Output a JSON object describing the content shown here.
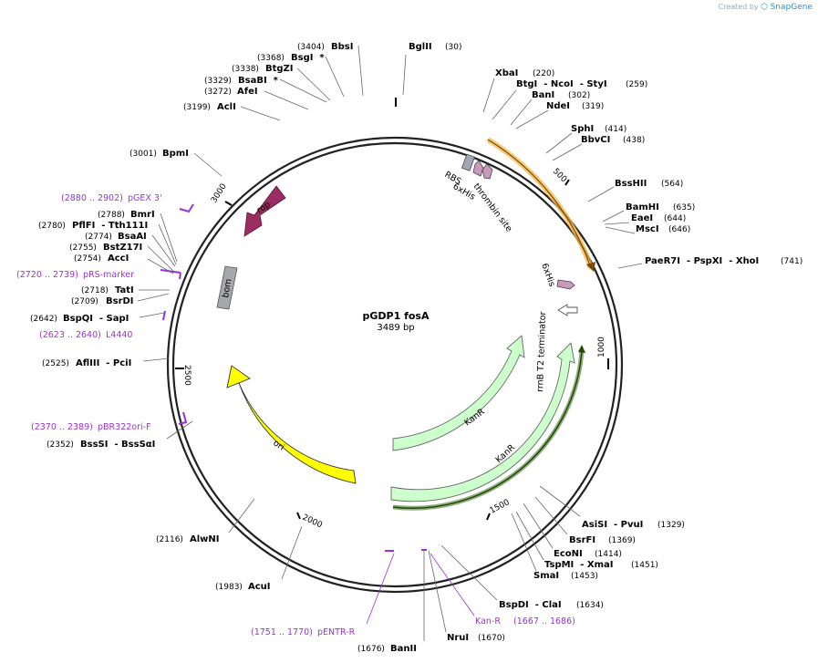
{
  "branding": {
    "created_by": "Created by",
    "product": "SnapGene"
  },
  "plasmid": {
    "name": "pGDP1 fosA",
    "size_label": "3489 bp"
  },
  "ticks": [
    "500",
    "1000",
    "1500",
    "2000",
    "2500",
    "3000"
  ],
  "sites": [
    {
      "name": "BglII",
      "pos": "(30)",
      "side": "right"
    },
    {
      "name": "XbaI",
      "pos": "(220)",
      "side": "right"
    },
    {
      "name": "BtgI  - NcoI  - StyI",
      "pos": "(259)",
      "side": "right"
    },
    {
      "name": "BanI",
      "pos": "(302)",
      "side": "right"
    },
    {
      "name": "NdeI",
      "pos": "(319)",
      "side": "right"
    },
    {
      "name": "SphI",
      "pos": "(414)",
      "side": "right"
    },
    {
      "name": "BbvCI",
      "pos": "(438)",
      "side": "right"
    },
    {
      "name": "BssHII",
      "pos": "(564)",
      "side": "right"
    },
    {
      "name": "BamHI",
      "pos": "(635)",
      "side": "right"
    },
    {
      "name": "EaeI",
      "pos": "(644)",
      "side": "right"
    },
    {
      "name": "MscI",
      "pos": "(646)",
      "side": "right"
    },
    {
      "name": "PaeR7I  - PspXI  - XhoI",
      "pos": "(741)",
      "side": "right"
    },
    {
      "name": "AsiSI  - PvuI",
      "pos": "(1329)",
      "side": "right"
    },
    {
      "name": "BsrFI",
      "pos": "(1369)",
      "side": "right"
    },
    {
      "name": "EcoNI",
      "pos": "(1414)",
      "side": "right"
    },
    {
      "name": "TspMI  - XmaI",
      "pos": "(1451)",
      "side": "right"
    },
    {
      "name": "SmaI",
      "pos": "(1453)",
      "side": "right"
    },
    {
      "name": "BspDI  - ClaI",
      "pos": "(1634)",
      "side": "right"
    },
    {
      "name": "NruI",
      "pos": "(1670)",
      "side": "right"
    },
    {
      "name": "BanII",
      "pos": "(1676)",
      "side": "left"
    },
    {
      "name": "AcuI",
      "pos": "(1983)",
      "side": "left"
    },
    {
      "name": "AlwNI",
      "pos": "(2116)",
      "side": "left"
    },
    {
      "name": "BssSI  - BssSαI",
      "pos": "(2352)",
      "side": "left"
    },
    {
      "name": "AflIII  - PciI",
      "pos": "(2525)",
      "side": "left"
    },
    {
      "name": "BspQI  - SapI",
      "pos": "(2642)",
      "side": "left"
    },
    {
      "name": "BsrDI",
      "pos": "(2709)",
      "side": "left"
    },
    {
      "name": "TatI",
      "pos": "(2718)",
      "side": "left"
    },
    {
      "name": "AccI",
      "pos": "(2754)",
      "side": "left"
    },
    {
      "name": "BstZ17I",
      "pos": "(2755)",
      "side": "left"
    },
    {
      "name": "BsaAI",
      "pos": "(2774)",
      "side": "left"
    },
    {
      "name": "PflFI  - Tth111I",
      "pos": "(2780)",
      "side": "left"
    },
    {
      "name": "BmrI",
      "pos": "(2788)",
      "side": "left"
    },
    {
      "name": "BpmI",
      "pos": "(3001)",
      "side": "left"
    },
    {
      "name": "AclI",
      "pos": "(3199)",
      "side": "left"
    },
    {
      "name": "AfeI",
      "pos": "(3272)",
      "side": "left"
    },
    {
      "name": "BsaBI  *",
      "pos": "(3329)",
      "side": "left"
    },
    {
      "name": "BtgZI",
      "pos": "(3338)",
      "side": "left"
    },
    {
      "name": "BsgI  *",
      "pos": "(3368)",
      "side": "left"
    },
    {
      "name": "BbsI",
      "pos": "(3404)",
      "side": "left"
    }
  ],
  "primers": [
    {
      "name": "pGEX 3'",
      "range": "(2880 .. 2902)"
    },
    {
      "name": "pRS-marker",
      "range": "(2720 .. 2739)"
    },
    {
      "name": "L4440",
      "range": "(2623 .. 2640)"
    },
    {
      "name": "pBR322ori-F",
      "range": "(2370 .. 2389)"
    },
    {
      "name": "pENTR-R",
      "range": "(1751 .. 1770)"
    },
    {
      "name": "Kan-R",
      "range": "(1667 .. 1686)"
    }
  ],
  "features": [
    {
      "name": "rop",
      "color": "#9b2d63"
    },
    {
      "name": "bom",
      "color": "#a4a8ad"
    },
    {
      "name": "ori",
      "color": "#ffff00"
    },
    {
      "name": "KanR",
      "color": "#ccffcc"
    },
    {
      "name": "KanR",
      "color": "#ccffcc"
    },
    {
      "name": "RBS",
      "color": "#a0a8b8"
    },
    {
      "name": "6xHis",
      "color": "#c999bb"
    },
    {
      "name": "thrombin site",
      "color": "#c999bb"
    },
    {
      "name": "6xHis",
      "color": "#c999bb"
    },
    {
      "name": "rrnB T2 terminator",
      "color": "#ffffff"
    }
  ],
  "colors": {
    "primer": "#9b30d9",
    "orf_highlight": "#f3b54a",
    "orf2_highlight": "#3a6b1f",
    "rop": "#9b2d63",
    "ori": "#ffff00",
    "kanr": "#ccffcc"
  }
}
